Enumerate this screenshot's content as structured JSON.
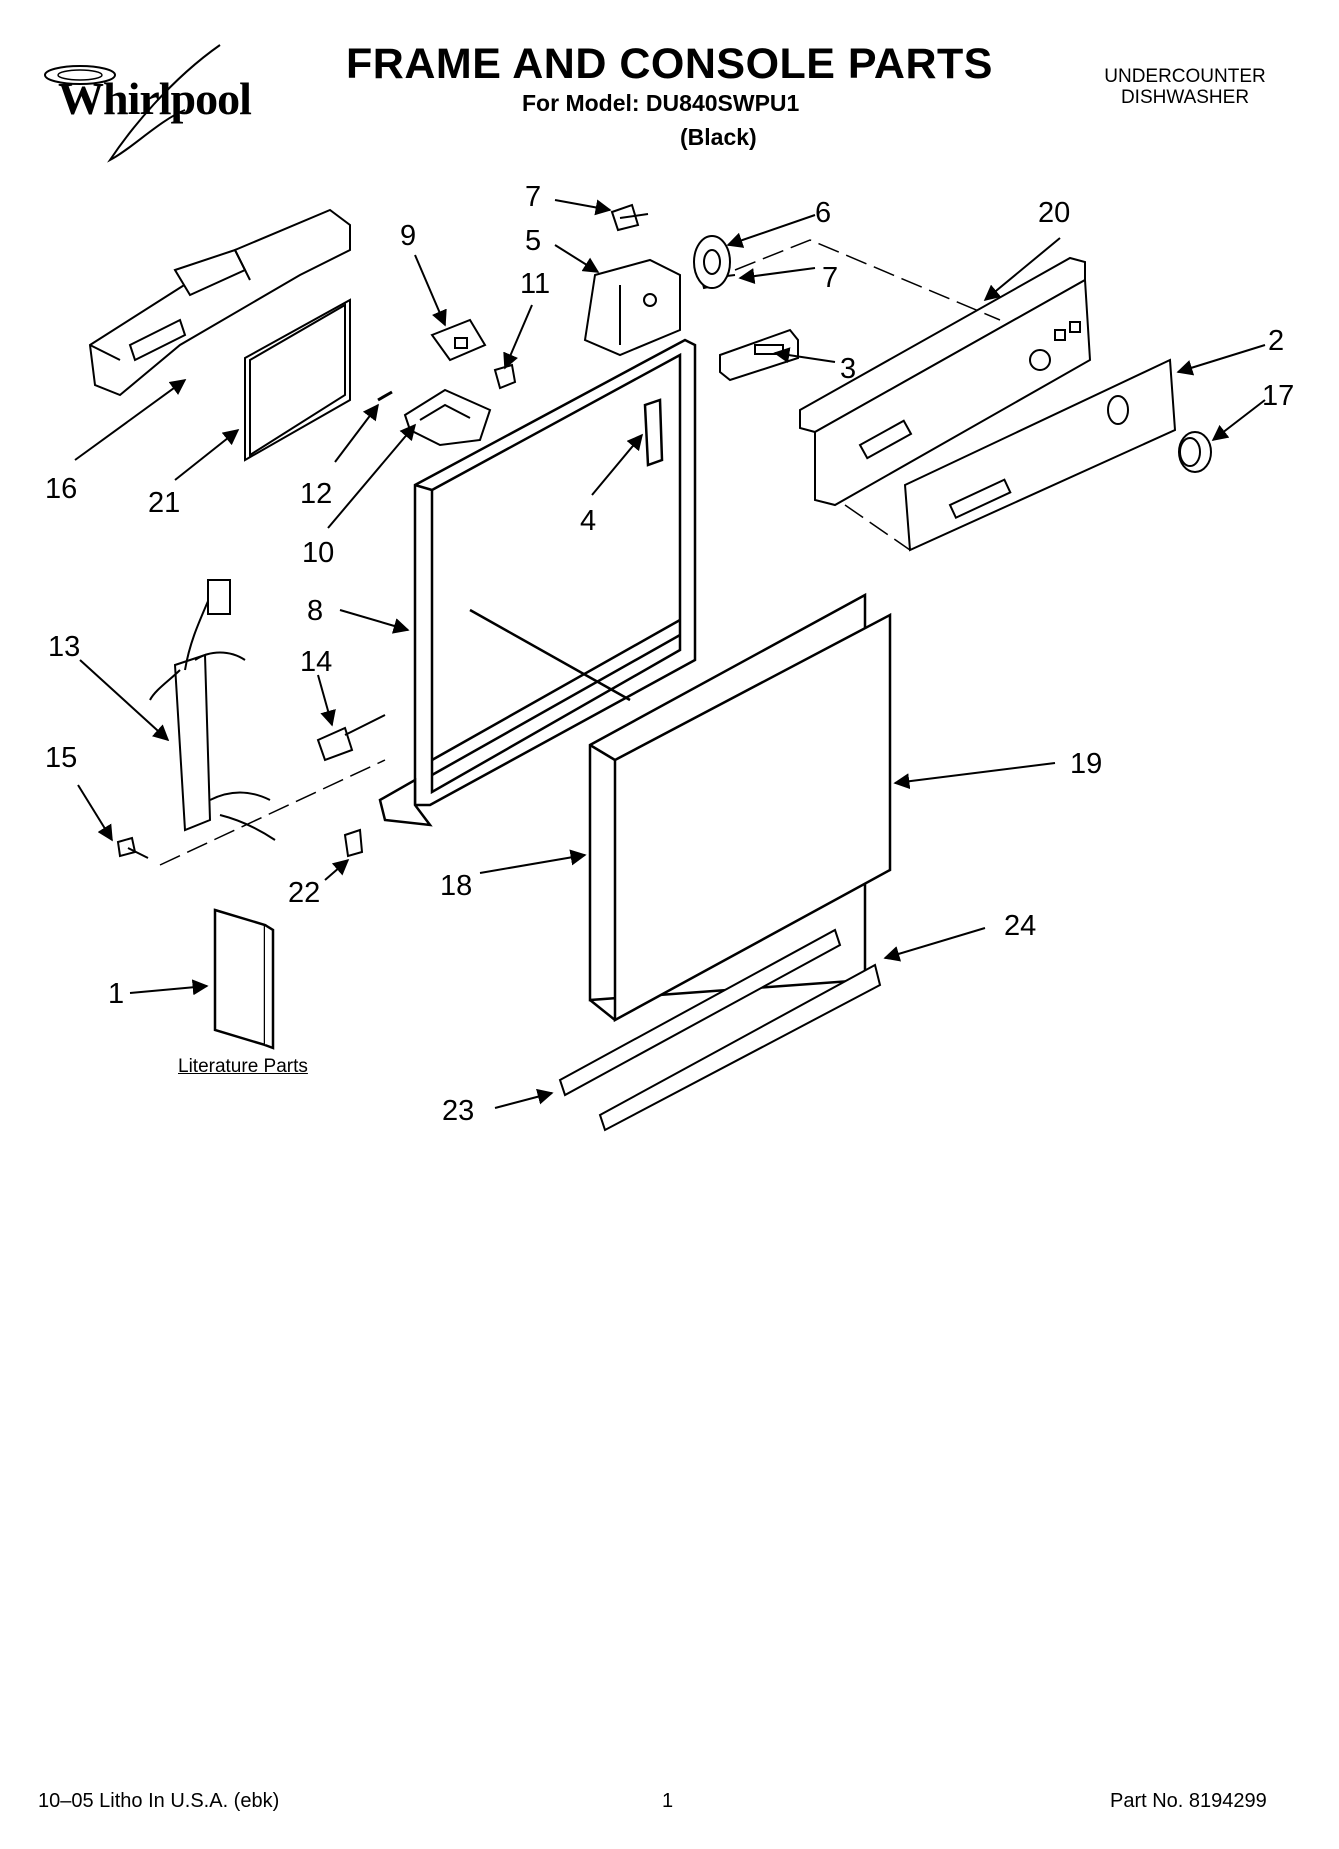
{
  "header": {
    "brand": "Whirlpool",
    "title": "FRAME AND CONSOLE PARTS",
    "model": "For Model: DU840SWPU1",
    "variant": "(Black)",
    "product_line1": "UNDERCOUNTER",
    "product_line2": "DISHWASHER"
  },
  "callouts": [
    {
      "id": "c7a",
      "label": "7"
    },
    {
      "id": "c6",
      "label": "6"
    },
    {
      "id": "c20",
      "label": "20"
    },
    {
      "id": "c5",
      "label": "5"
    },
    {
      "id": "c9",
      "label": "9"
    },
    {
      "id": "c11",
      "label": "11"
    },
    {
      "id": "c7b",
      "label": "7"
    },
    {
      "id": "c2",
      "label": "2"
    },
    {
      "id": "c3",
      "label": "3"
    },
    {
      "id": "c17",
      "label": "17"
    },
    {
      "id": "c16",
      "label": "16"
    },
    {
      "id": "c21",
      "label": "21"
    },
    {
      "id": "c12",
      "label": "12"
    },
    {
      "id": "c4",
      "label": "4"
    },
    {
      "id": "c10",
      "label": "10"
    },
    {
      "id": "c8",
      "label": "8"
    },
    {
      "id": "c13",
      "label": "13"
    },
    {
      "id": "c14",
      "label": "14"
    },
    {
      "id": "c19",
      "label": "19"
    },
    {
      "id": "c15",
      "label": "15"
    },
    {
      "id": "c18",
      "label": "18"
    },
    {
      "id": "c22",
      "label": "22"
    },
    {
      "id": "c24",
      "label": "24"
    },
    {
      "id": "c1",
      "label": "1"
    },
    {
      "id": "c23",
      "label": "23"
    }
  ],
  "literature_label": "Literature Parts",
  "footer": {
    "print_info": "10–05 Litho In U.S.A. (ebk)",
    "page": "1",
    "part_no": "Part No. 8194299"
  }
}
